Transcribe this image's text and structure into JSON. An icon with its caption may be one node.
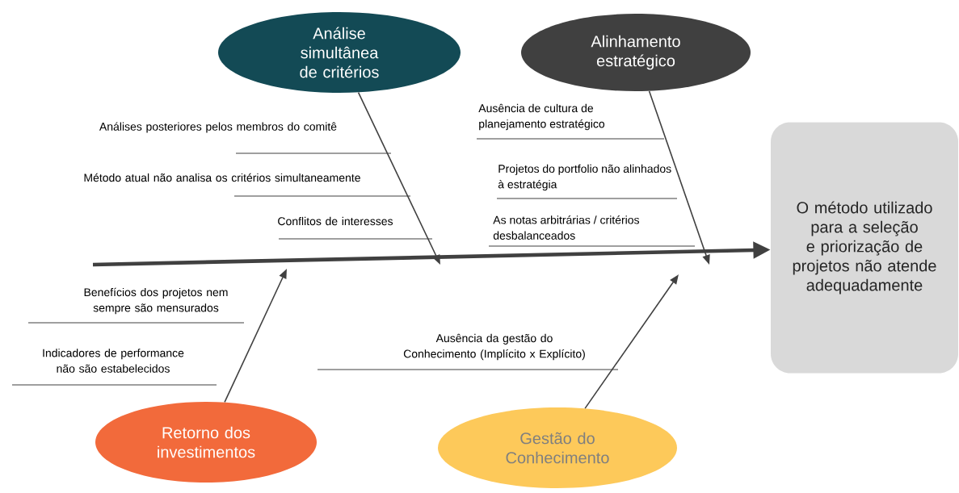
{
  "diagram": {
    "nodes": [
      {
        "text": [
          "Análise simultânea de critérios"
        ]
      },
      {
        "text": [
          "Alinhamento estratégico"
        ]
      },
      {
        "text": [
          "O método utilizado para a seleção e priorização de projetos não atende adequadamente"
        ]
      },
      {
        "text": [
          "Retorno dos investimentos"
        ]
      },
      {
        "text": [
          "Gestão do Conhecimento"
        ]
      }
    ],
    "edges": [
      {
        "from": null,
        "to": 2,
        "arrow": "to",
        "style": "thick"
      },
      {
        "from": 0,
        "to": null,
        "arrow": "to"
      },
      {
        "from": 1,
        "to": null,
        "arrow": "to"
      },
      {
        "from": 3,
        "to": null,
        "arrow": "to"
      },
      {
        "from": 4,
        "to": null,
        "arrow": "to"
      }
    ],
    "labels": [
      "Análises posteriores pelos membros do comitê",
      "Método atual não analisa os critérios simultaneamente",
      "Conflitos de interesses",
      "Ausência de cultura de planejamento estratégico",
      "Projetos do portfolio não alinhados à estratégia",
      "As notas arbitrárias / critérios desbalanceados",
      "Benefícios dos projetos nem sempre são mensurados",
      "Indicadores de performance não são estabelecidos",
      "Ausência da gestão do Conhecimento (Implícito x Explícito)"
    ]
  }
}
